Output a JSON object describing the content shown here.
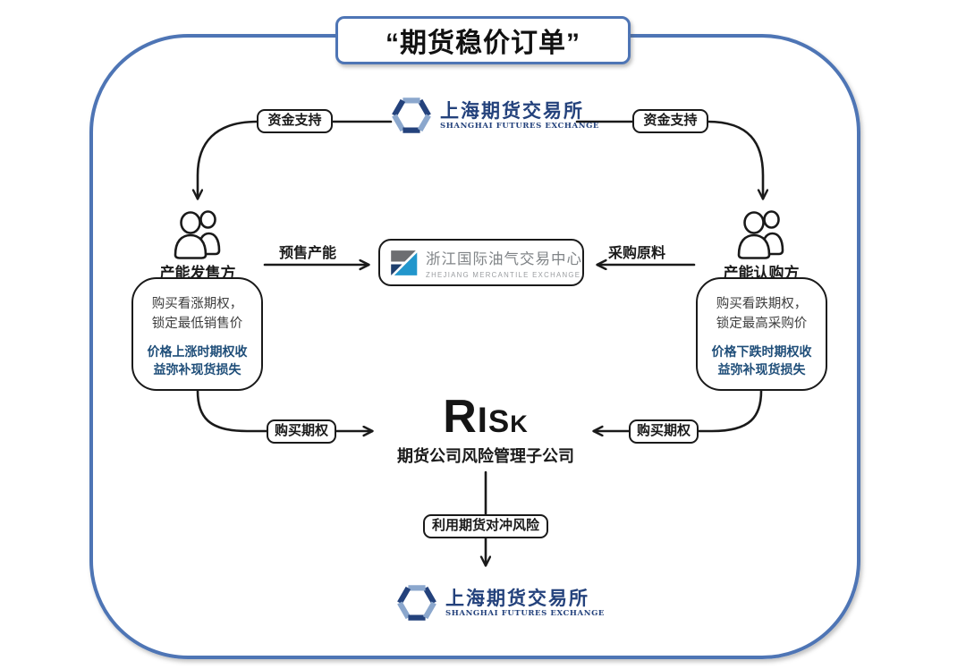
{
  "title": "“期货稳价订单”",
  "shfe": {
    "name_cn": "上海期货交易所",
    "name_en": "SHANGHAI FUTURES EXCHANGE"
  },
  "zme": {
    "name_cn": "浙江国际油气交易中心",
    "name_en": "ZHEJIANG MERCANTILE EXCHANGE"
  },
  "flows": {
    "funding_left": "资金支持",
    "funding_right": "资金支持",
    "presell_capacity": "预售产能",
    "procure_materials": "采购原料",
    "buy_option_left": "购买期权",
    "buy_option_right": "购买期权",
    "hedge": "利用期货对冲风险"
  },
  "seller": {
    "role": "产能发售方",
    "strategy": "购买看涨期权，\n锁定最低销售价",
    "highlight": "价格上涨时期权收\n益弥补现货损失"
  },
  "buyer": {
    "role": "产能认购方",
    "strategy": "购买看跌期权，\n锁定最高采购价",
    "highlight": "价格下跌时期权收\n益弥补现货损失"
  },
  "risk": {
    "letters": [
      "R",
      "I",
      "S",
      "K"
    ],
    "subtitle": "期货公司风险管理子公司"
  },
  "colors": {
    "frame_blue": "#4e75b5",
    "line_black": "#1a1a1a",
    "highlight_navy": "#1f4e79",
    "shfe_navy": "#24427c",
    "shfe_light_blue": "#8ba7cd",
    "zme_gray": "#85898c",
    "zme_blue": "#2196cc",
    "zme_navy": "#1d3f6d"
  }
}
